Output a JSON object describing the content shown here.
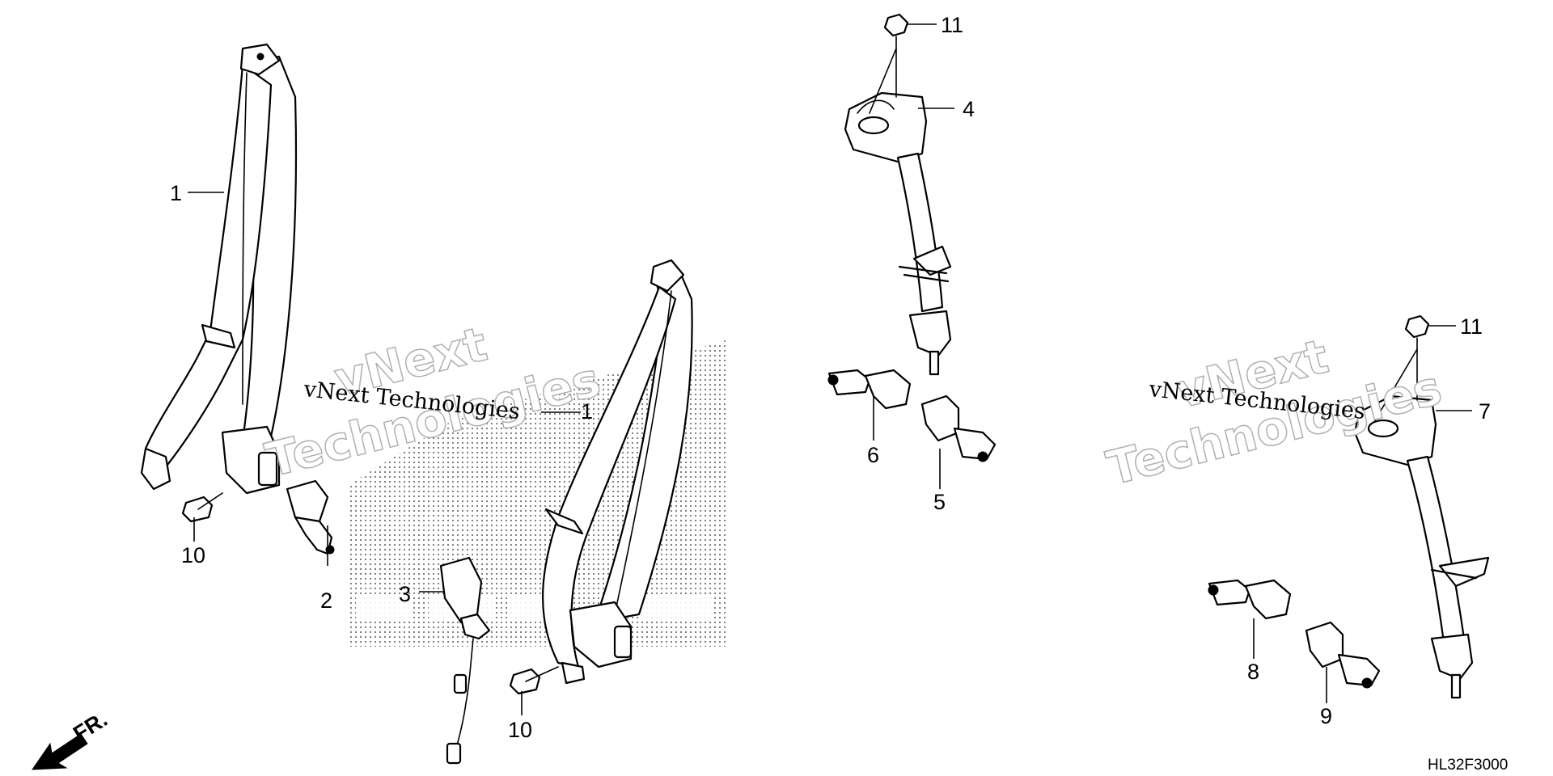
{
  "diagram": {
    "drawing_code": "HL32F3000",
    "front_indicator": "FR.",
    "watermark": {
      "line1": "vNext",
      "line2": "Technologies",
      "full": "vNext Technologies"
    },
    "callouts": [
      {
        "id": "c1",
        "label": "1"
      },
      {
        "id": "c1b",
        "label": "1"
      },
      {
        "id": "c2",
        "label": "2"
      },
      {
        "id": "c3",
        "label": "3"
      },
      {
        "id": "c4",
        "label": "4"
      },
      {
        "id": "c5",
        "label": "5"
      },
      {
        "id": "c6",
        "label": "6"
      },
      {
        "id": "c7",
        "label": "7"
      },
      {
        "id": "c8",
        "label": "8"
      },
      {
        "id": "c9",
        "label": "9"
      },
      {
        "id": "c10a",
        "label": "10"
      },
      {
        "id": "c10b",
        "label": "10"
      },
      {
        "id": "c11a",
        "label": "11"
      },
      {
        "id": "c11b",
        "label": "11"
      }
    ]
  }
}
